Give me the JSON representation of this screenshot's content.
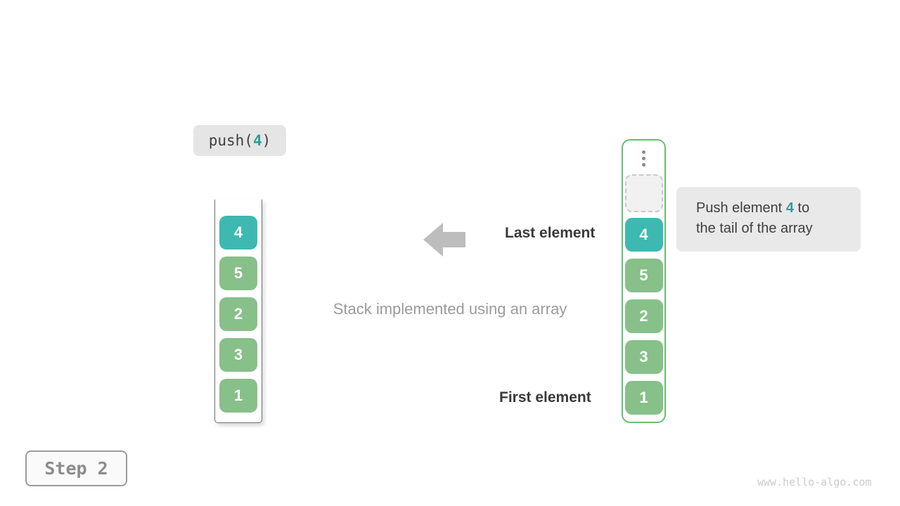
{
  "push_label": {
    "prefix": "push(",
    "arg": "4",
    "suffix": ")"
  },
  "stack": {
    "cells": [
      {
        "value": "4",
        "color": "teal"
      },
      {
        "value": "5",
        "color": "green"
      },
      {
        "value": "2",
        "color": "green"
      },
      {
        "value": "3",
        "color": "green"
      },
      {
        "value": "1",
        "color": "green"
      }
    ]
  },
  "array": {
    "cells": [
      {
        "value": "4",
        "color": "teal"
      },
      {
        "value": "5",
        "color": "green"
      },
      {
        "value": "2",
        "color": "green"
      },
      {
        "value": "3",
        "color": "green"
      },
      {
        "value": "1",
        "color": "green"
      }
    ]
  },
  "labels": {
    "last_element": "Last element",
    "first_element": "First element",
    "caption": "Stack implemented using an array"
  },
  "callout": {
    "line1_pre": "Push element ",
    "value": "4",
    "line1_post": " to",
    "line2": "the tail of the array"
  },
  "step_label": "Step 2",
  "watermark": "www.hello-algo.com",
  "colors": {
    "teal": "#3db9b2",
    "green": "#87c089",
    "array_border": "#67bf70",
    "accent_text": "#2e9e96",
    "arrow_grey": "#bdbdbd",
    "callout_bg": "#e9e9e9"
  }
}
